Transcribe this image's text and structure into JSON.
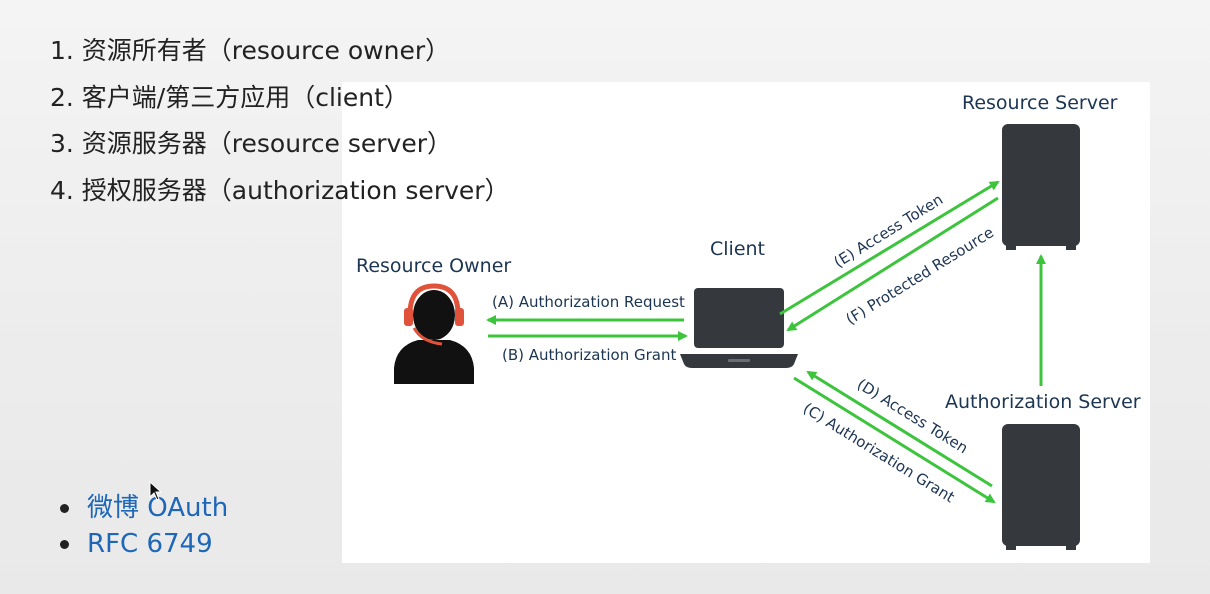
{
  "roles": [
    "1. 资源所有者（resource owner）",
    "2. 客户端/第三方应用（client）",
    "3. 资源服务器（resource server）",
    "4. 授权服务器（authorization server）"
  ],
  "diagram": {
    "labels": {
      "resource_owner": "Resource Owner",
      "client": "Client",
      "resource_server": "Resource Server",
      "authorization_server": "Authorization Server"
    },
    "flows": {
      "a": "(A) Authorization Request",
      "b": "(B) Authorization Grant",
      "c": "(C) Authorization Grant",
      "d": "(D) Access Token",
      "e": "(E) Access Token",
      "f": "(F) Protected Resource"
    },
    "colors": {
      "arrow": "#3dc43d",
      "label_text": "#1c3553",
      "server": "#35383d",
      "headset": "#e0533a"
    }
  },
  "links": [
    "微博 OAuth",
    "RFC 6749"
  ],
  "colors": {
    "link": "#1e66b8"
  }
}
